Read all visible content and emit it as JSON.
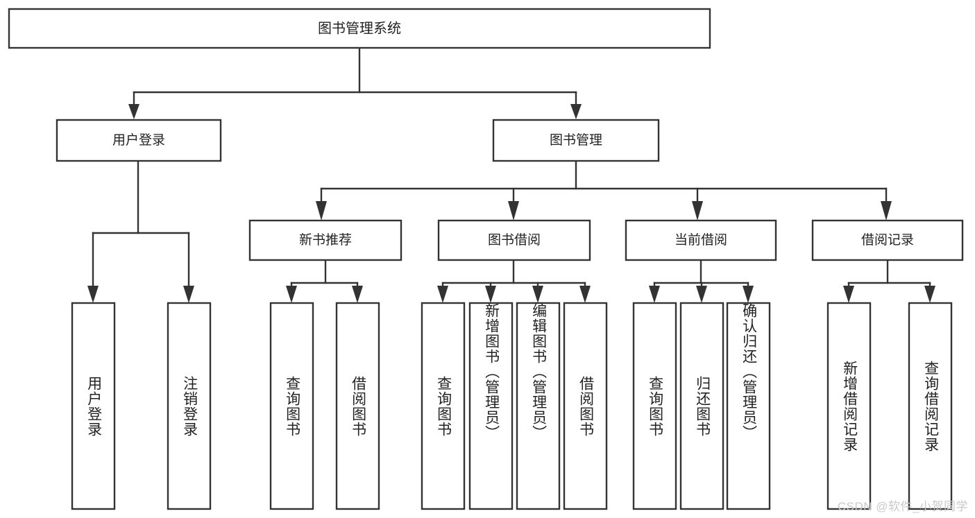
{
  "diagram": {
    "type": "tree-hierarchy",
    "title": "图书管理系统",
    "root": {
      "label": "图书管理系统",
      "level": 0
    },
    "level1": [
      {
        "label": "用户登录"
      },
      {
        "label": "图书管理"
      }
    ],
    "level2": [
      {
        "label": "新书推荐"
      },
      {
        "label": "图书借阅"
      },
      {
        "label": "当前借阅"
      },
      {
        "label": "借阅记录"
      }
    ],
    "leaves": {
      "user_login": [
        {
          "label": "用户登录"
        },
        {
          "label": "注销登录"
        }
      ],
      "new_book_recommend": [
        {
          "label": "查询图书"
        },
        {
          "label": "借阅图书"
        }
      ],
      "book_borrow": [
        {
          "label": "查询图书"
        },
        {
          "label": "新增图书（管理员）"
        },
        {
          "label": "编辑图书（管理员）"
        },
        {
          "label": "借阅图书"
        }
      ],
      "current_borrow": [
        {
          "label": "查询图书"
        },
        {
          "label": "归还图书"
        },
        {
          "label": "确认归还（管理员）"
        }
      ],
      "borrow_record": [
        {
          "label": "新增借阅记录"
        },
        {
          "label": "查询借阅记录"
        }
      ]
    }
  },
  "watermark": {
    "text": "CSDN @软件_小贺同学"
  },
  "colors": {
    "stroke": "#333333",
    "box_fill": "#ffffff",
    "text": "#222222",
    "watermark": "#c9c9c9",
    "background": "#ffffff"
  }
}
